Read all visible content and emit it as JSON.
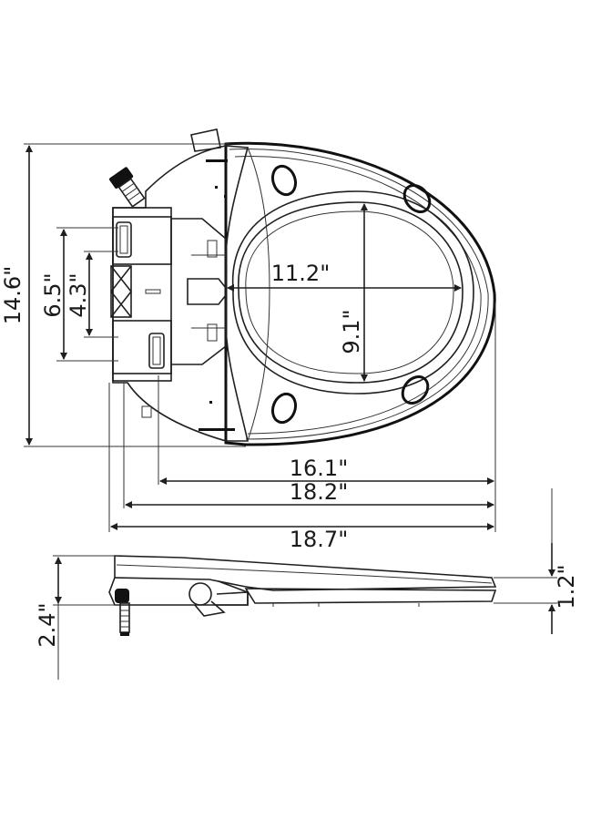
{
  "dimensions": {
    "overall_length": "14.6\"",
    "bracket_span": "6.5\"",
    "bracket_inner": "4.3\"",
    "opening_width": "11.2\"",
    "opening_length": "9.1\"",
    "length_16": "16.1\"",
    "length_18_2": "18.2\"",
    "length_18_7": "18.7\"",
    "side_height": "1.2\"",
    "side_total_height": "2.4\""
  },
  "colors": {
    "line": "#1f1f1f",
    "background": "#ffffff"
  }
}
